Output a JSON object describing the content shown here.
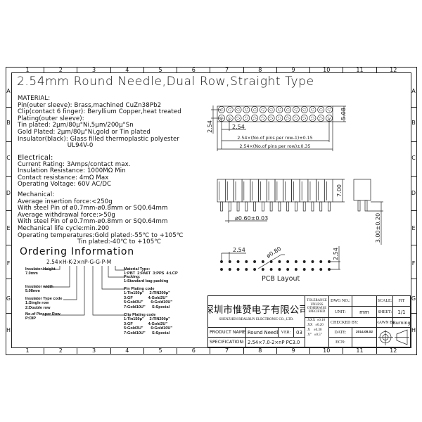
{
  "title": "2.54mm Round Needle,Dual Row,Straight Type",
  "ruler": {
    "columns": [
      "1",
      "2",
      "3",
      "4",
      "5",
      "6",
      "7",
      "8",
      "9",
      "10",
      "11",
      "12"
    ],
    "rows": [
      "A",
      "B",
      "C",
      "D",
      "E",
      "F",
      "G",
      "H"
    ]
  },
  "material": {
    "heading": "MATERIAL:",
    "lines": [
      "Pin(outer sleeve): Brass,machined CuZn38Pb2",
      "Clip(contact 6 finger): Beryllium Copper,heat treated",
      "Plating(outer sleeve):",
      "Tin plated: 2μm/80μ\"Ni,5μm/200μ\"Sn",
      "Gold Plated: 2μm/80μ\"Ni,gold or Tin plated",
      "Insulator(black): Glass filled thermoplastic polyester",
      "                         UL94V-0"
    ]
  },
  "electrical": {
    "heading": "Electrical:",
    "lines": [
      "Current Rating: 3Amps/contact max.",
      "Insulation Resistance: 1000MΩ Min",
      "Contact resistance: 4mΩ Max",
      "Operating Voltage: 60V AC/DC"
    ]
  },
  "mechanical": {
    "heading": "Mechanical:",
    "lines": [
      "Average insertion force:<250g",
      "With steel Pin of ø0.7mm-ø0.8mm or SQ0.64mm",
      "Average withdrawal force:>50g",
      "With steel Pin of ø0.7mm-ø0.8mm or SQ0.64mm",
      "Mechanical life cycle:min.200",
      "Operating temperatures:Gold plated:-55℃ to +105℃",
      "                              Tin plated:-40℃ to +105℃"
    ]
  },
  "ordering": {
    "heading": "Ordering Information",
    "code": "2.54×H-K-2×nP-G-G-P-M",
    "left_labels": [
      [
        "Insulator Height",
        "7.0mm"
      ],
      [
        "Insulator width",
        "5.08mm"
      ],
      [
        "Insulator Type code",
        "1:Single row",
        "2:Double row"
      ],
      [
        "No.of Pinsper Row",
        "P:DIP"
      ]
    ],
    "right_labels": [
      [
        "Material Type:",
        "1:PBT  2:PA6T  3:PPS  4:LCP"
      ],
      [
        "Packing:",
        "1:Standard bag packing"
      ],
      [
        "Pin Plating code",
        "1:Tin150μ\"     2:TIN200μ\"",
        "3:GF              4:Gold2U\"",
        "5:Gold3U\"       6:Gold10U\"",
        "7:Gold10U\"      S:Special"
      ],
      [
        "Clip Plating code",
        "1:Tin150μ\"     2:TIN200μ\"",
        "3:GF              4:Gold2U\"",
        "5:Gold3U\"       6:Gold10U\"",
        "7:Gold10U\"      S:Special"
      ]
    ]
  },
  "drawing": {
    "top_view": {
      "dim_height": "5.08",
      "dim_row_pitch": "2.54",
      "dim_pitch": "2.54",
      "dim_pins_minus_one": "2.54×(No.of pins per row-1)±0.15",
      "dim_pins": "2.54×(No.of pins per row)±0.35"
    },
    "side_view": {
      "dim_height": "7.00",
      "dim_pin_dia": "ø0.60±0.03",
      "dim_pin_length": "3.00±0.20"
    },
    "pcb": {
      "label": "PCB Layout",
      "dim_pitch": "2.54",
      "dim_hole": "ø0.80",
      "dim_row": "2.54"
    }
  },
  "title_block": {
    "company_cn": "深圳市惟赞电子有限公司",
    "company_en": "SHENZHEN REALRUN ELECTRONIC CO., LTD.",
    "tolerance_label": [
      "TOLERANCE",
      "UNLESS",
      "OTHERWISE",
      "SPECIFIED"
    ],
    "tolerances": [
      ".XXX  ±0.10",
      ".XX   ±0.20",
      ".X    ±0.30",
      ".X°   ±0.5°"
    ],
    "dwg_no_label": "DWG NO.:",
    "dwg_no": "",
    "unit_label": "UNIT:",
    "unit": "mm",
    "scale_label": "SCALE:",
    "scale": "FIT",
    "sheet_label": "SHEET:",
    "sheet": "1/1",
    "checked_by_label": "CHECKED BY:",
    "drawn_by_label": "DRAWN BY:",
    "drawn_by": "Burning",
    "product_name_label": "PRODUCT NAME:",
    "product_name": "Round Needle",
    "ver_label": "VER:",
    "ver": "03",
    "date_label": "DATE:",
    "date": "2014.08.02",
    "spec_label": "SPECIFICATION:",
    "spec": "2.54×7.0-2×nP  PC3.0",
    "ecn_label": "ECN:"
  }
}
